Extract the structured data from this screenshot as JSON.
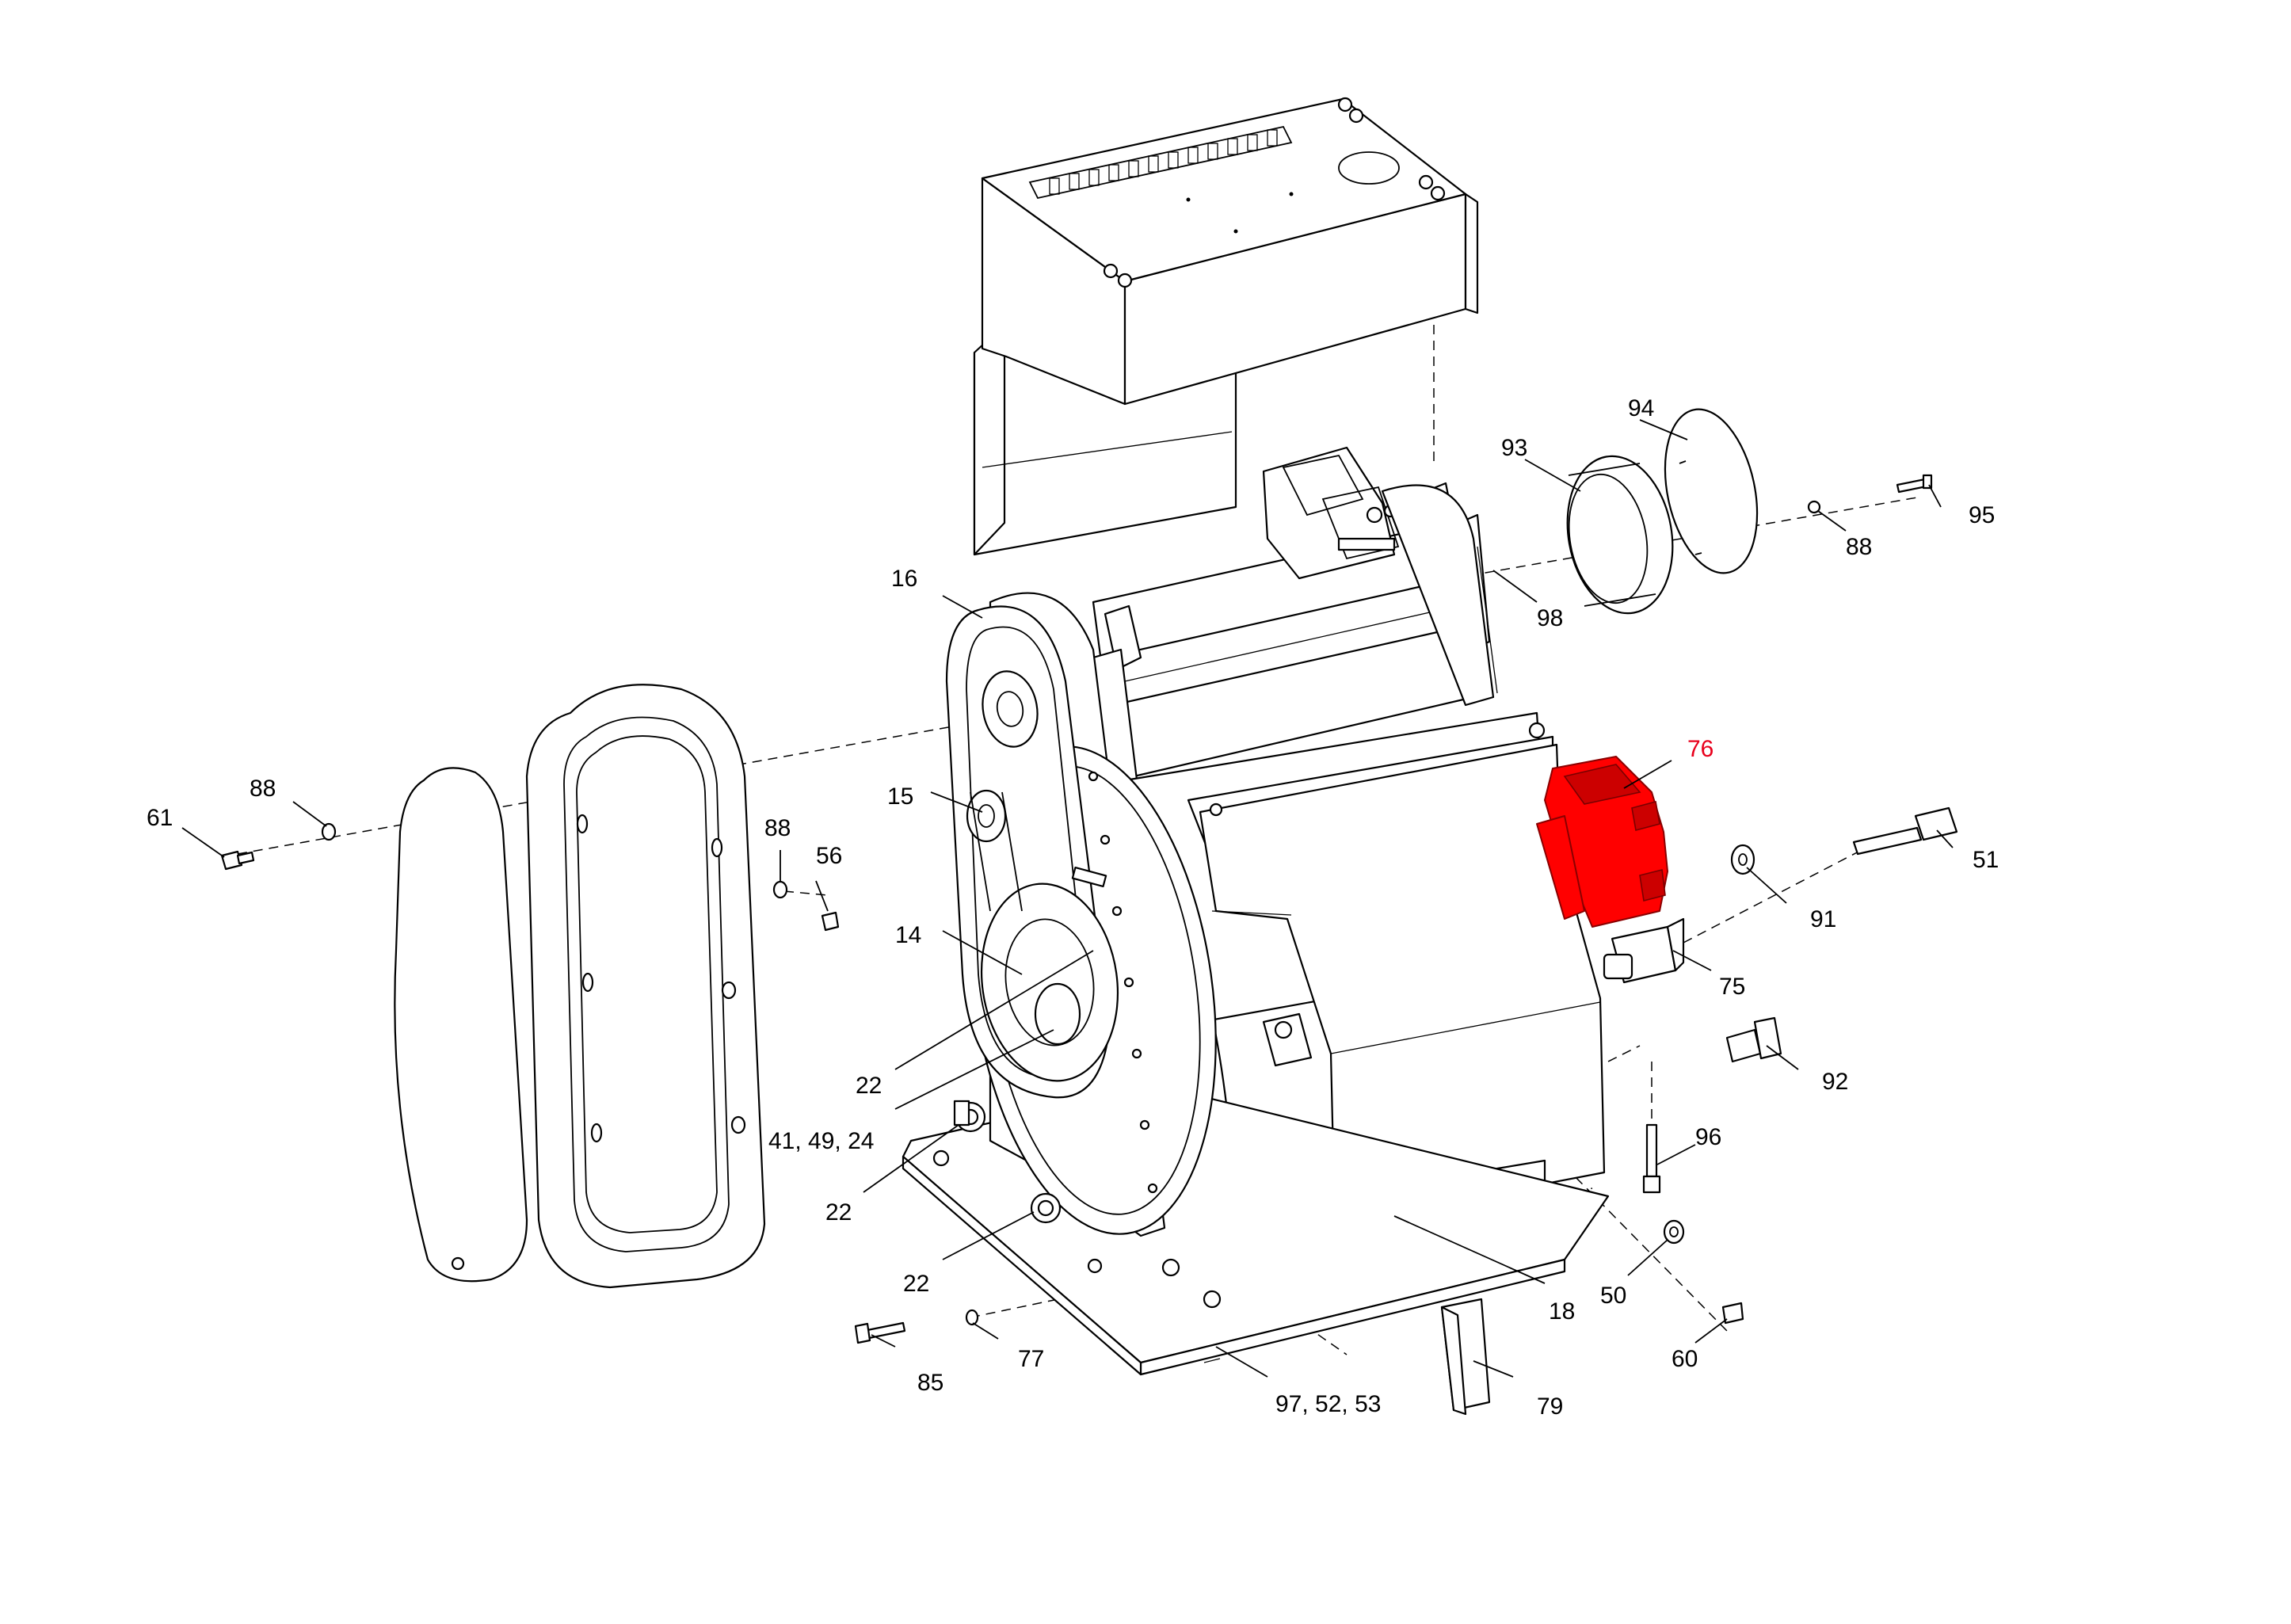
{
  "highlight_color": "#ff0000",
  "line_color": "#000000",
  "labels": {
    "l16": "16",
    "l15": "15",
    "l14": "14",
    "l22a": "22",
    "l41": "41, 49, 24",
    "l22b": "22",
    "l22c": "22",
    "l85": "85",
    "l77": "77",
    "l97": "97, 52, 53",
    "l79": "79",
    "l18": "18",
    "l50": "50",
    "l60": "60",
    "l96": "96",
    "l92": "92",
    "l75": "75",
    "l91": "91",
    "l51": "51",
    "l76": "76",
    "l98": "98",
    "l93": "93",
    "l94": "94",
    "l88a": "88",
    "l95": "95",
    "l61": "61",
    "l88b": "88",
    "l88c": "88",
    "l56": "56"
  }
}
